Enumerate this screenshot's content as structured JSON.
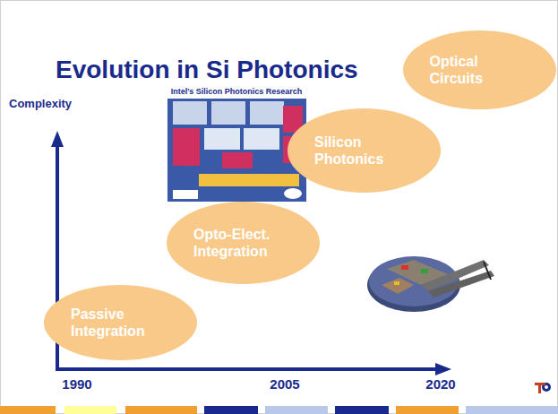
{
  "diagram": {
    "title": "Evolution in Si Photonics",
    "nodes": [
      {
        "text": [
          "Passive Integration"
        ]
      },
      {
        "text": [
          "Opto-Elect. Integration"
        ]
      },
      {
        "text": [
          "Silicon Photonics"
        ]
      },
      {
        "text": [
          "Optical Circuits"
        ]
      }
    ],
    "labels": [
      "Complexity",
      "1990",
      "2005",
      "2020",
      "Intel's Silicon Photonics Research"
    ]
  }
}
